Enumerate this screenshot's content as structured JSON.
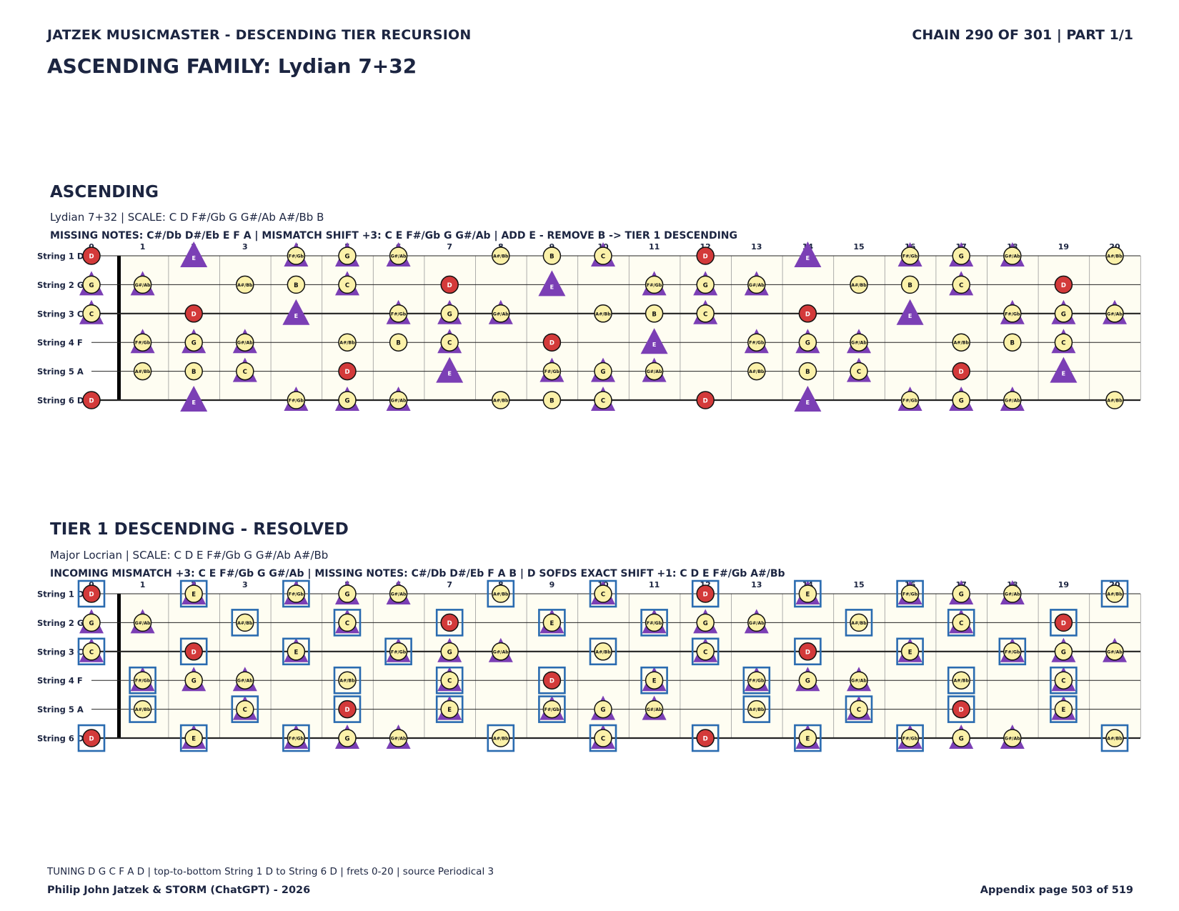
{
  "header": {
    "left": "JATZEK MUSICMASTER - DESCENDING TIER RECURSION",
    "right": "CHAIN 290 OF 301  |  PART 1/1",
    "family": "ASCENDING FAMILY: Lydian 7+32"
  },
  "fretboard": {
    "frets": 20,
    "fret_labels": [
      "0",
      "1",
      "2",
      "3",
      "4",
      "5",
      "6",
      "7",
      "8",
      "9",
      "10",
      "11",
      "12",
      "13",
      "14",
      "15",
      "16",
      "17",
      "18",
      "19",
      "20"
    ],
    "string_labels": [
      "String 1 D",
      "String 2 G",
      "String 3 C",
      "String 4 F",
      "String 5 A",
      "String 6 D"
    ],
    "tuning": [
      "D",
      "G",
      "C",
      "F",
      "A",
      "D"
    ],
    "chromatic": [
      "C",
      "C#/Db",
      "D",
      "D#/Eb",
      "E",
      "F",
      "F#/Gb",
      "G",
      "G#/Ab",
      "A",
      "A#/Bb",
      "B"
    ]
  },
  "colors": {
    "root": "#d33a3a",
    "note": "#fbf1a9",
    "triangle": "#7b3fb5",
    "box": "#2a6bb0",
    "board_bg": "#fefdf2",
    "text": "#1c2541"
  },
  "sections": [
    {
      "title": "ASCENDING",
      "subtitle": "Lydian 7+32  |  SCALE: C D F#/Gb G G#/Ab A#/Bb B",
      "note": "MISSING NOTES: C#/Db D#/Eb E F A  |  MISMATCH SHIFT +3: C E F#/Gb G G#/Ab  |  ADD E - REMOVE B -> TIER 1 DESCENDING",
      "scale": [
        "C",
        "D",
        "F#/Gb",
        "G",
        "G#/Ab",
        "A#/Bb",
        "B"
      ],
      "root": "D",
      "triangles": [
        "C",
        "E",
        "F#/Gb",
        "G",
        "G#/Ab"
      ],
      "big_triangles": [
        "E"
      ],
      "boxes": []
    },
    {
      "title": "TIER 1 DESCENDING - RESOLVED",
      "subtitle": "Major Locrian  |  SCALE: C D E F#/Gb G G#/Ab A#/Bb",
      "note": "INCOMING MISMATCH +3: C E F#/Gb G G#/Ab  |  MISSING NOTES: C#/Db D#/Eb F A B  |  D SOFDS EXACT SHIFT +1: C D E F#/Gb A#/Bb",
      "scale": [
        "C",
        "D",
        "E",
        "F#/Gb",
        "G",
        "G#/Ab",
        "A#/Bb"
      ],
      "root": "D",
      "triangles": [
        "C",
        "E",
        "F#/Gb",
        "G",
        "G#/Ab"
      ],
      "big_triangles": [],
      "boxes": [
        "C",
        "D",
        "E",
        "F#/Gb",
        "A#/Bb"
      ]
    }
  ],
  "footer": {
    "note": "TUNING D G C F A D | top-to-bottom String 1 D to String 6 D | frets 0-20 | source Periodical 3",
    "left": "Philip John Jatzek & STORM (ChatGPT) - 2026",
    "right": "Appendix page 503 of 519"
  }
}
